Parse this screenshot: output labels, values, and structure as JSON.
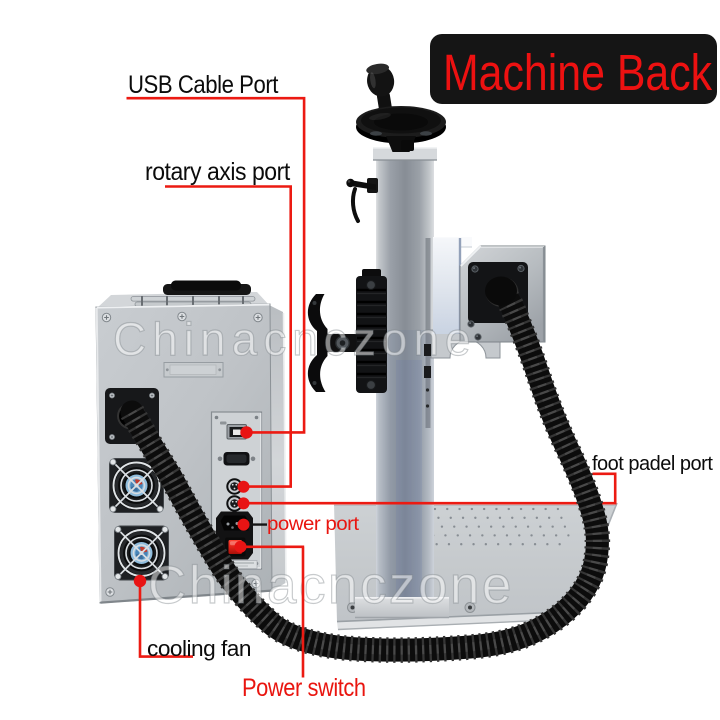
{
  "image_type": "annotated product photo",
  "subject": "fiber laser marking machine, back view",
  "banner": {
    "label": "Machine Back",
    "bg_color": "#151515",
    "text_color": "#ed1111"
  },
  "watermark": {
    "text": "Chinacnczone"
  },
  "annotations": {
    "line_color": "#ec1a12",
    "dot_color": "#e81414",
    "usb": {
      "label": "USB Cable Port",
      "color": "#0b0b0b"
    },
    "rotary": {
      "label": "rotary axis port",
      "color": "#0b0b0b"
    },
    "foot_pedal": {
      "label": "foot padel port",
      "color": "#0b0b0b"
    },
    "power_port": {
      "label": "power port",
      "color": "#e9150f"
    },
    "cooling_fan": {
      "label": "cooling fan",
      "color": "#0b0b0b"
    },
    "power_switch": {
      "label": "Power switch",
      "color": "#e9150f"
    }
  }
}
